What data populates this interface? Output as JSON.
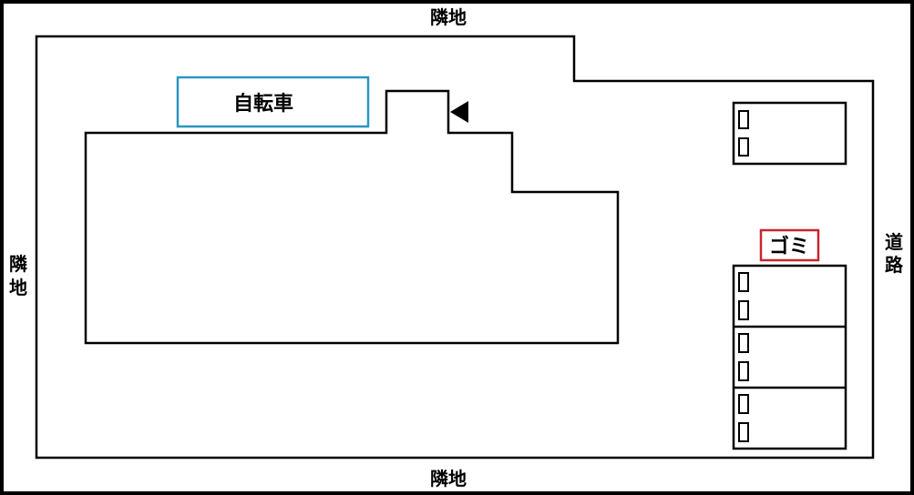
{
  "labels": {
    "neighbor_top": "隣地",
    "neighbor_bottom": "隣地",
    "neighbor_left_1": "隣",
    "neighbor_left_2": "地",
    "road_1": "道",
    "road_2": "路",
    "bicycle": "自転車",
    "garbage": "ゴミ"
  },
  "colors": {
    "bicycle_box": "#2b95c2",
    "garbage_box": "#c8262f",
    "line": "#000000"
  },
  "icons": {
    "entrance": "triangle-arrow-left"
  }
}
